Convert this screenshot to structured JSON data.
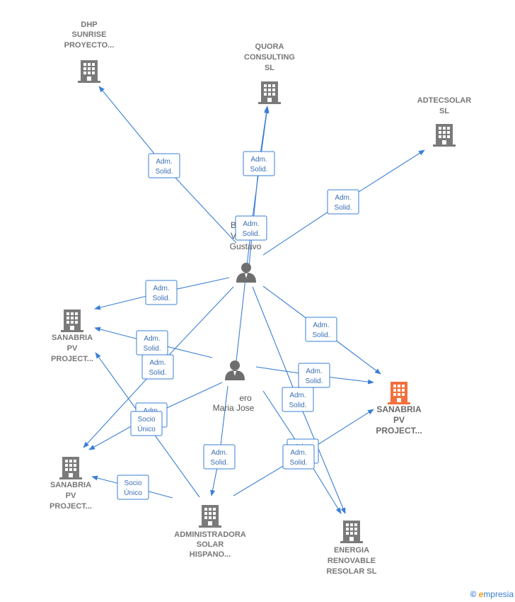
{
  "colors": {
    "edge": "#3a7fd5",
    "company": "#7a7a7a",
    "highlight": "#f36f3c",
    "person": "#6e6e6e"
  },
  "nodes": [
    {
      "id": "dhp",
      "kind": "company",
      "label": [
        "DHP",
        "SUNRISE",
        "PROYECTO..."
      ]
    },
    {
      "id": "quora",
      "kind": "company",
      "label": [
        "QUORA",
        "CONSULTING",
        "SL"
      ]
    },
    {
      "id": "adtec",
      "kind": "company",
      "label": [
        "ADTECSOLAR",
        "SL"
      ]
    },
    {
      "id": "p1",
      "kind": "person",
      "label": [
        "B",
        "V",
        "Gustavo"
      ]
    },
    {
      "id": "sanL1",
      "kind": "company",
      "label": [
        "SANABRIA",
        "PV",
        "PROJECT..."
      ]
    },
    {
      "id": "p2",
      "kind": "person",
      "label": [
        "ero",
        "Maria Jose"
      ]
    },
    {
      "id": "sanR",
      "kind": "company",
      "highlight": true,
      "label": [
        "SANABRIA",
        "PV",
        "PROJECT..."
      ]
    },
    {
      "id": "sanL2",
      "kind": "company",
      "label": [
        "SANABRIA",
        "PV",
        "PROJECT..."
      ]
    },
    {
      "id": "admin",
      "kind": "company",
      "label": [
        "ADMINISTRADORA",
        "SOLAR",
        "HISPANO..."
      ]
    },
    {
      "id": "energia",
      "kind": "company",
      "label": [
        "ENERGIA",
        "RENOVABLE",
        "RESOLAR  SL"
      ]
    }
  ],
  "edges": [
    {
      "from": "p1",
      "to": "dhp",
      "label": [
        "Adm.",
        "Solid."
      ]
    },
    {
      "from": "p1",
      "to": "quora",
      "label": [
        "Adm.",
        "Solid."
      ]
    },
    {
      "from": "p2",
      "to": "quora",
      "label": [
        "Adm.",
        "Solid."
      ]
    },
    {
      "from": "p1",
      "to": "adtec",
      "label": [
        "Adm.",
        "Solid."
      ]
    },
    {
      "from": "p1",
      "to": "sanL1",
      "label": [
        "Adm.",
        "Solid."
      ]
    },
    {
      "from": "p2",
      "to": "sanL1",
      "label": [
        "Adm.",
        "Solid."
      ]
    },
    {
      "from": "p1",
      "to": "sanL2",
      "label": [
        "Adm.",
        "Solid."
      ]
    },
    {
      "from": "p2",
      "to": "sanL2",
      "label": [
        "Adm.",
        "Solid."
      ]
    },
    {
      "from": "p1",
      "to": "sanR",
      "label": [
        "Adm.",
        "Solid."
      ]
    },
    {
      "from": "p2",
      "to": "sanR",
      "label": [
        "Adm.",
        "Solid."
      ]
    },
    {
      "from": "p1",
      "to": "energia",
      "label": [
        "Adm.",
        "Solid."
      ]
    },
    {
      "from": "p2",
      "to": "energia",
      "label": [
        "Adm.",
        "Solid."
      ]
    },
    {
      "from": "p2",
      "to": "admin",
      "label": [
        "Adm.",
        "Solid."
      ]
    },
    {
      "from": "admin",
      "to": "sanL1",
      "label": [
        "Socio",
        "Único"
      ]
    },
    {
      "from": "admin",
      "to": "sanL2",
      "label": [
        "Socio",
        "Único"
      ]
    },
    {
      "from": "admin",
      "to": "sanR",
      "label": [
        "Adm.",
        "Solid."
      ]
    }
  ],
  "footer": {
    "copyright_symbol": "©",
    "brand": "mpresia",
    "brand_initial": "e"
  }
}
